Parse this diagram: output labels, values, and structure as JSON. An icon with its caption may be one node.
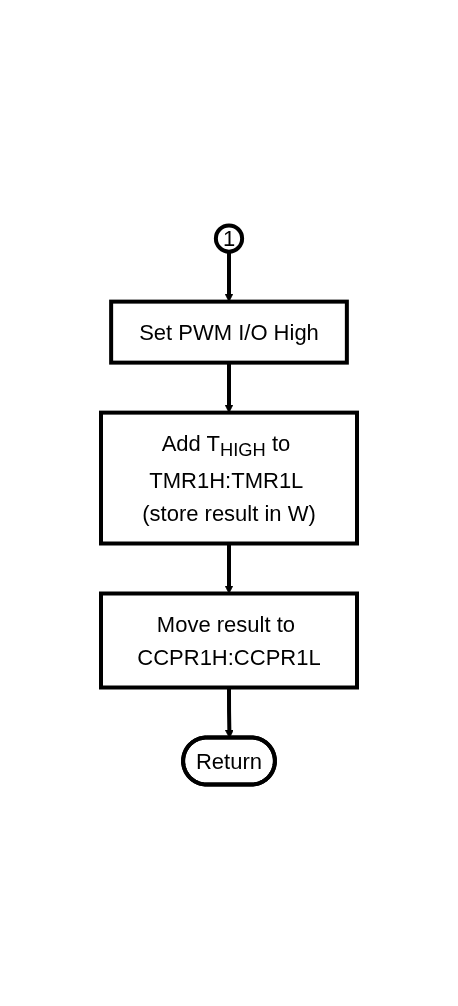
{
  "diagram": {
    "nodes": [
      {
        "text": [
          "1"
        ]
      },
      {
        "text": [
          "Set PWM I/O High"
        ]
      },
      {
        "text": [
          "Add T$_{HIGH}$ to TMR1H:TMR1L (store result in W)"
        ]
      },
      {
        "text": [
          "Move result to CCPR1H:CCPR1L"
        ]
      },
      {
        "text": [
          "Return"
        ]
      }
    ],
    "edges": [
      {
        "from": 0,
        "to": 1,
        "arrow": "to"
      },
      {
        "from": 1,
        "to": 2,
        "arrow": "to"
      },
      {
        "from": 2,
        "to": 3,
        "arrow": "to"
      },
      {
        "from": 3,
        "to": 4,
        "arrow": "to"
      }
    ]
  }
}
